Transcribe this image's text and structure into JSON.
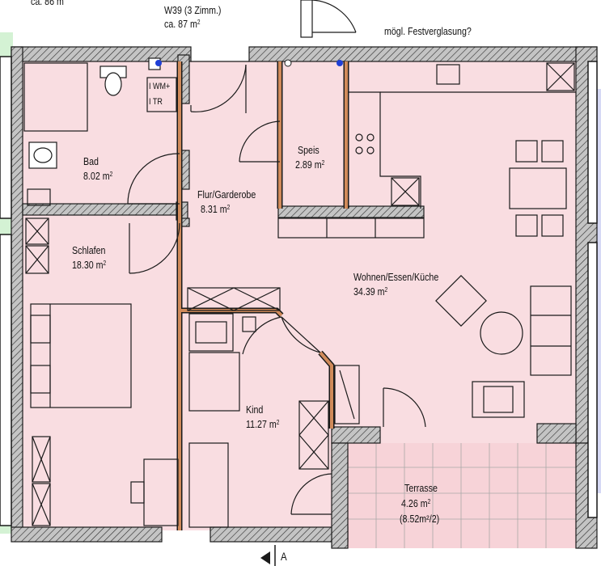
{
  "header": {
    "partial_text": "ca. 86 m",
    "unit_name": "W39 (3 Zimm.)",
    "unit_area": "ca. 87 m",
    "glazing_note": "mögl. Festverglasung?"
  },
  "rooms": {
    "bad": {
      "name": "Bad",
      "area": "8.02 m"
    },
    "flur": {
      "name": "Flur/Garderobe",
      "area": "8.31 m"
    },
    "speis": {
      "name": "Speis",
      "area": "2.89 m"
    },
    "schlafen": {
      "name": "Schlafen",
      "area": "18.30 m"
    },
    "wohnen": {
      "name": "Wohnen/Essen/Küche",
      "area": "34.39 m"
    },
    "kind": {
      "name": "Kind",
      "area": "11.27 m"
    },
    "terrasse": {
      "name": "Terrasse",
      "area": "4.26 m",
      "note": "(8.52m²/2)"
    }
  },
  "fixtures": {
    "wm": "WM+",
    "tr": "TR"
  },
  "superscript": "2",
  "section_marker": "A",
  "colors": {
    "room_fill": "#f9dde1",
    "terrace_fill": "#f7d3d8",
    "wall": "#1a1a1a",
    "hatch_bg": "#bdbdbd",
    "partition": "#d08a5a",
    "green_neighbor": "#d4f2d4",
    "blue_neighbor": "#d6d9f5",
    "pipe_blue": "#1f3fd6"
  }
}
